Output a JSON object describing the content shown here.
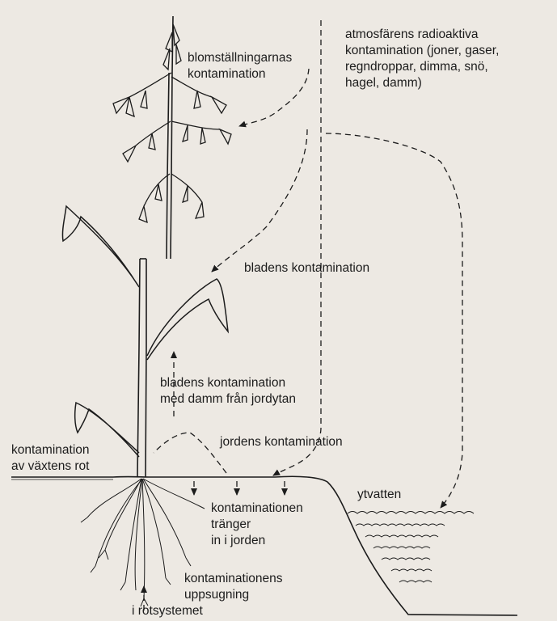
{
  "colors": {
    "background": "#ede9e3",
    "ink": "#1c1c1c"
  },
  "labels": {
    "atmosphere": [
      "atmosfärens radioaktiva",
      "kontamination (joner, gaser,",
      "regndroppar, dimma, snö,",
      "hagel, damm)"
    ],
    "inflorescence": [
      "blomställningarnas",
      "kontamination"
    ],
    "leaves": [
      "bladens kontamination"
    ],
    "leaves_dust": [
      "bladens kontamination",
      "med damm från jordytan"
    ],
    "root_contamination": [
      "kontamination",
      "av växtens rot"
    ],
    "soil": [
      "jordens kontamination"
    ],
    "surface_water": [
      "ytvatten"
    ],
    "penetration": [
      "kontaminationen",
      "tränger",
      "in i jorden"
    ],
    "uptake": [
      "kontaminationens",
      "uppsugning",
      "i rotsystemet"
    ]
  }
}
